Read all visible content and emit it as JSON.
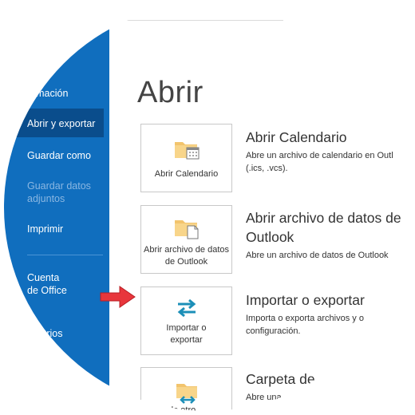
{
  "sidebar": {
    "items": [
      {
        "label": "ormación"
      },
      {
        "label": "Abrir y exportar"
      },
      {
        "label": "Guardar como"
      },
      {
        "label": "Guardar datos adjuntos"
      },
      {
        "label": "Imprimir"
      },
      {
        "label": "Cuenta de Office"
      },
      {
        "label": "entarios"
      }
    ]
  },
  "main": {
    "title": "Abrir",
    "options": [
      {
        "card_label": "Abrir Calendario",
        "title": "Abrir Calendario",
        "desc_line1": "Abre un archivo de calendario en Outl",
        "desc_line2": "(.ics, .vcs).",
        "icon": "calendar-folder-icon"
      },
      {
        "card_label": "Abrir archivo de datos de Outlook",
        "title_line1": "Abrir archivo de datos de",
        "title_line2": "Outlook",
        "desc_line1": "Abre un archivo de datos de Outlook",
        "icon": "data-file-folder-icon"
      },
      {
        "card_label": "Importar o exportar",
        "title": "Importar o exportar",
        "desc_line1": "Importa o exporta archivos y o",
        "desc_line2": "configuración.",
        "icon": "import-export-arrows-icon"
      },
      {
        "card_label": "de otro",
        "title": "Carpeta de",
        "desc_line1": "Abre una",
        "icon": "folder-transfer-icon"
      }
    ]
  },
  "colors": {
    "sidebar": "#106ebe",
    "sidebar_active": "#0a4d8c",
    "arrow": "#e8363c",
    "folder": "#f2c46d",
    "import_icon": "#1c8fb8"
  }
}
